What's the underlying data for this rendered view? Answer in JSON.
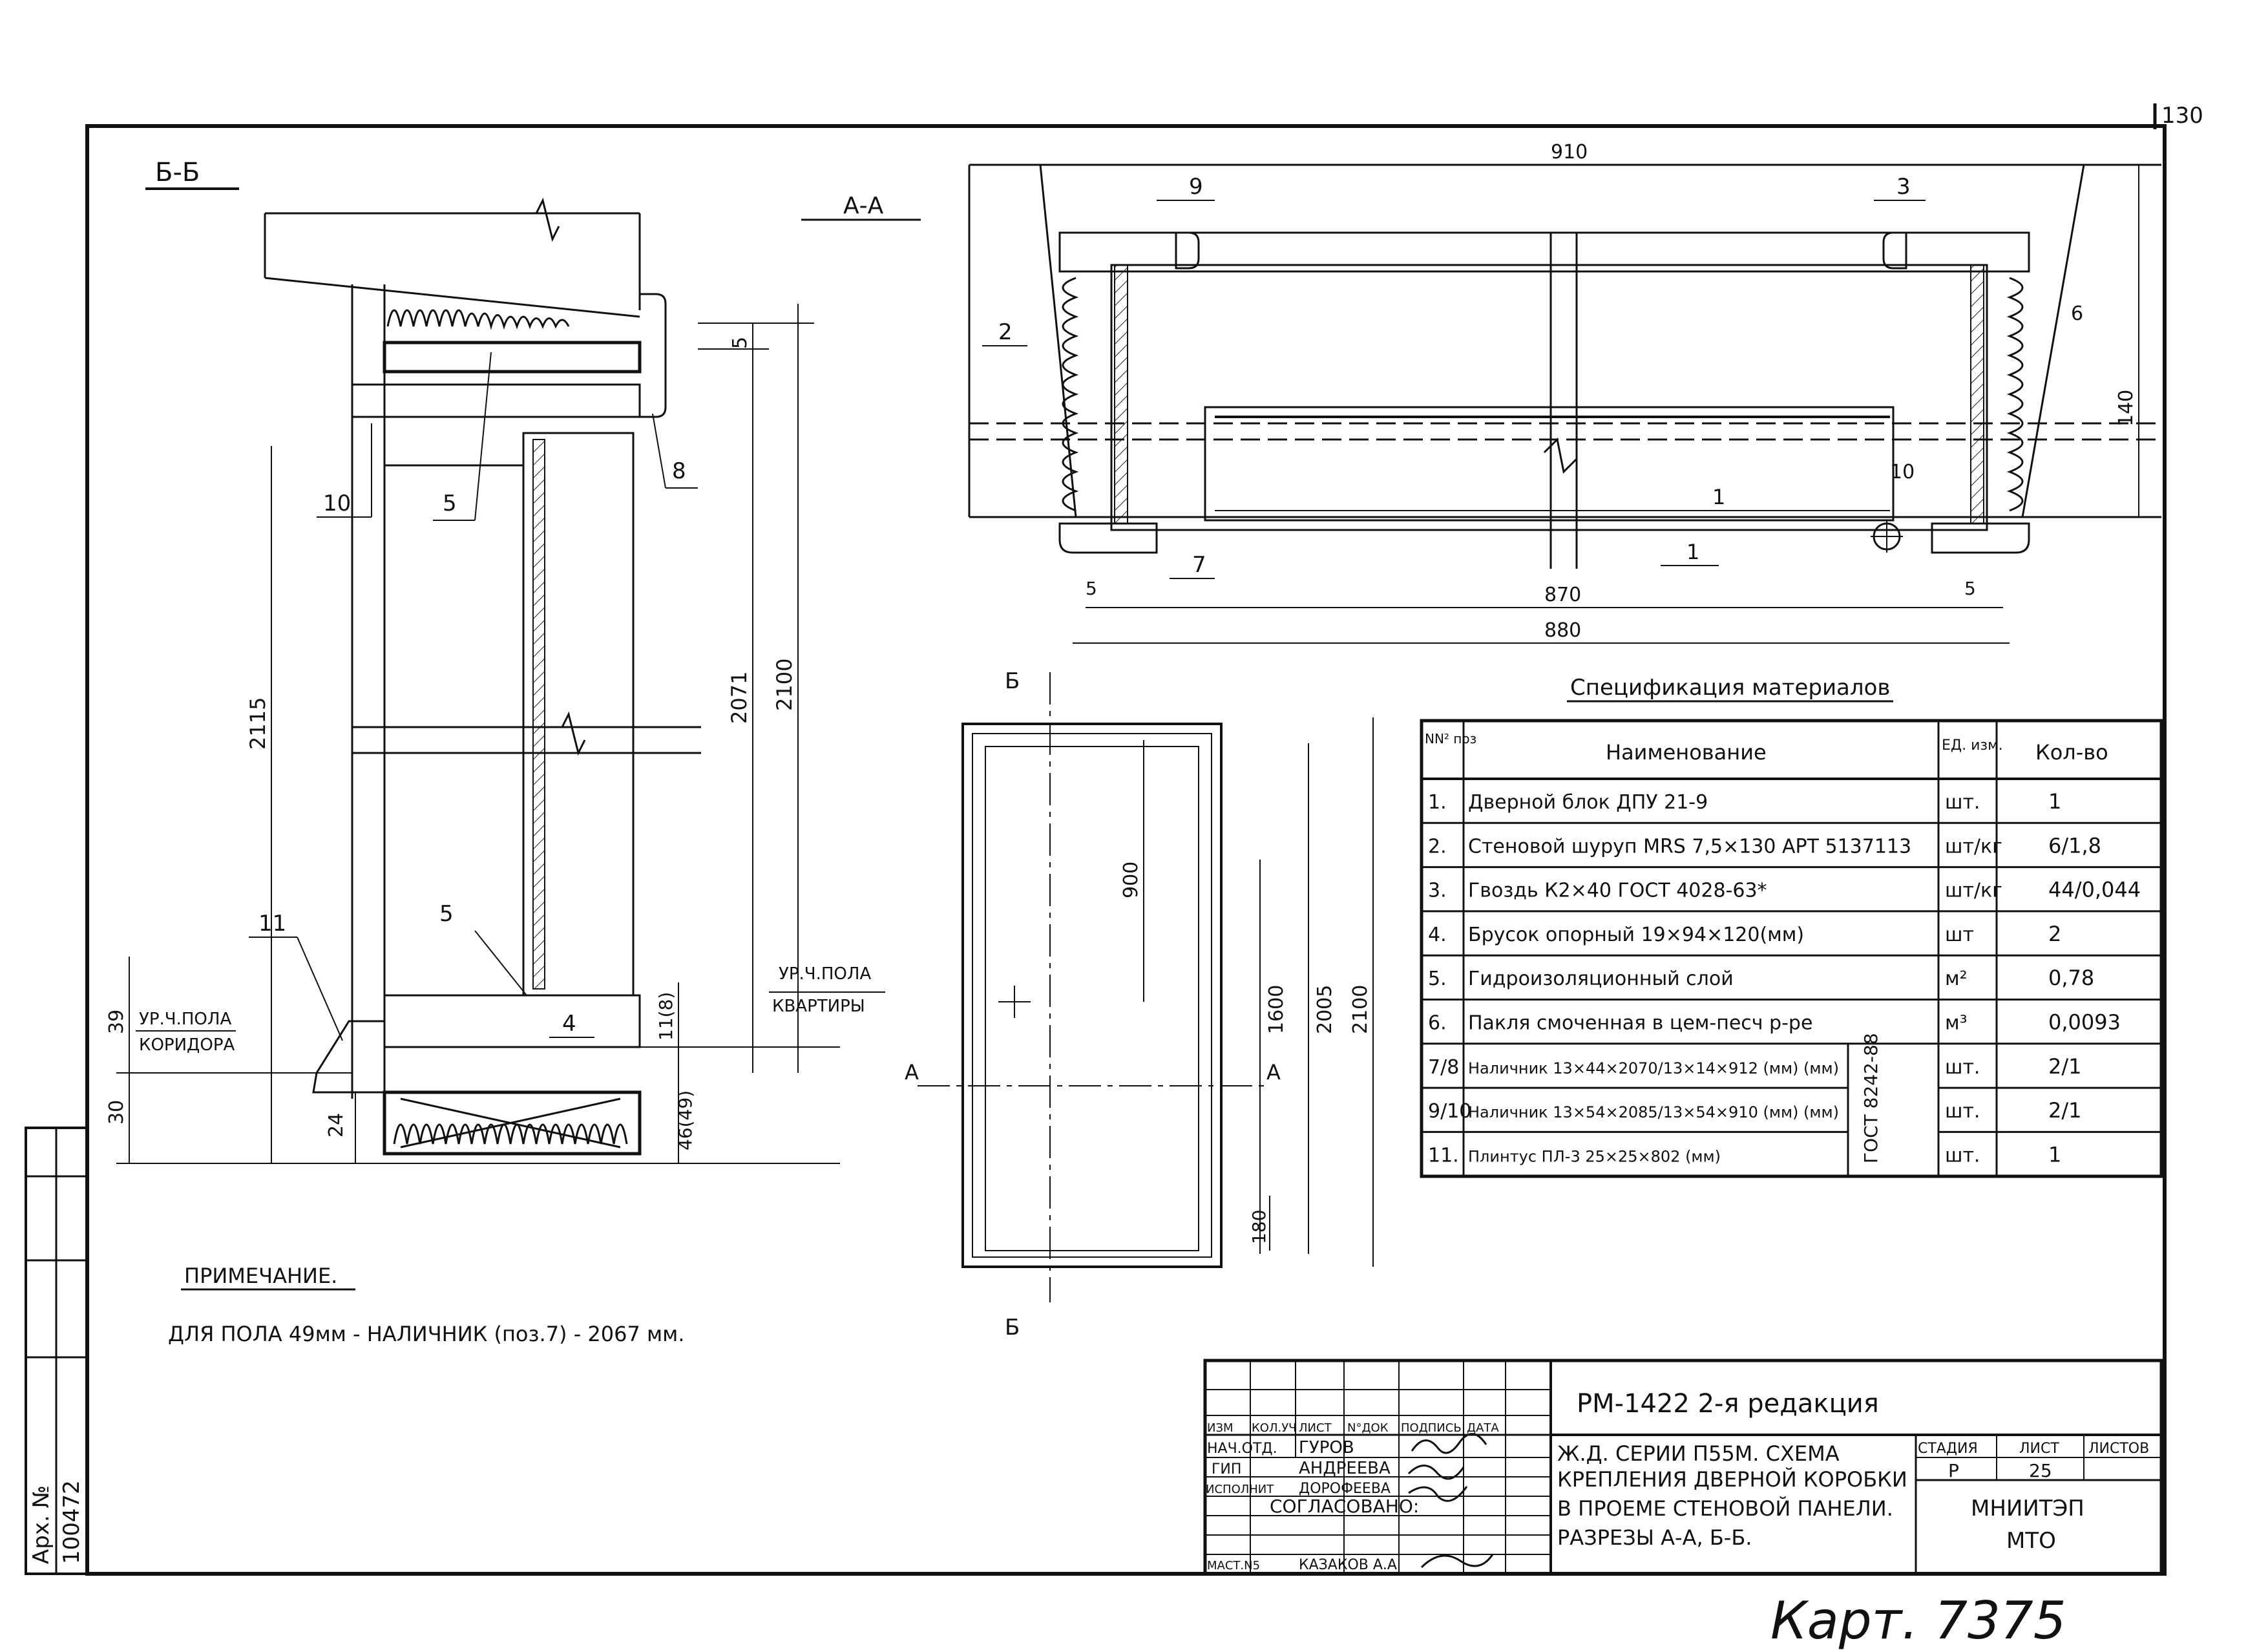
{
  "page_number": "130",
  "sections": {
    "bb_title": "Б-Б",
    "aa_title": "А-А",
    "elev_top_marker": "Б",
    "elev_bottom_marker": "Б",
    "elev_left_marker": "А",
    "elev_right_marker": "А"
  },
  "bb": {
    "dim_2115": "2115",
    "dim_2071": "2071",
    "dim_2100": "2100",
    "dim_5": "5",
    "dim_39": "39",
    "dim_30": "30",
    "dim_24": "24",
    "dim_11": "11(8)",
    "dim_46": "46(49)",
    "callout_10": "10",
    "callout_5a": "5",
    "callout_8": "8",
    "callout_11": "11",
    "callout_5b": "5",
    "callout_4": "4",
    "floor_corridor_1": "УР.Ч.ПОЛА",
    "floor_corridor_2": "КОРИДОРА",
    "floor_apt_1": "УР.Ч.ПОЛА",
    "floor_apt_2": "КВАРТИРЫ"
  },
  "aa": {
    "dim_910": "910",
    "dim_870": "870",
    "dim_880": "880",
    "dim_140": "140",
    "dim_5l": "5",
    "dim_5r": "5",
    "callout_9": "9",
    "callout_3": "3",
    "callout_2": "2",
    "callout_6": "6",
    "callout_10": "10",
    "callout_7": "7",
    "callout_1a": "1",
    "callout_1b": "1"
  },
  "elev": {
    "dim_900": "900",
    "dim_1600": "1600",
    "dim_2005": "2005",
    "dim_2100": "2100",
    "dim_180": "180"
  },
  "spec": {
    "title": "Спецификация материалов",
    "headers": {
      "pos": "NN² поз",
      "name": "Наименование",
      "unit": "ЕД. изм.",
      "qty": "Кол-во"
    },
    "rows": [
      {
        "pos": "1.",
        "name": "Дверной блок ДПУ 21-9",
        "unit": "шт.",
        "qty": "1"
      },
      {
        "pos": "2.",
        "name": "Стеновой шуруп MRS 7,5×130 АРТ 5137113",
        "unit": "шт/кг",
        "qty": "6/1,8"
      },
      {
        "pos": "3.",
        "name": "Гвоздь К2×40 ГОСТ 4028-63*",
        "unit": "шт/кг",
        "qty": "44/0,044"
      },
      {
        "pos": "4.",
        "name": "Брусок опорный 19×94×120(мм)",
        "unit": "шт",
        "qty": "2"
      },
      {
        "pos": "5.",
        "name": "Гидроизоляционный слой",
        "unit": "м²",
        "qty": "0,78"
      },
      {
        "pos": "6.",
        "name": "Пакля смоченная в цем-песч р-ре",
        "unit": "м³",
        "qty": "0,0093"
      },
      {
        "pos": "7/8",
        "name": "Наличник 13×44×2070/13×14×912 (мм) (мм)",
        "unit": "шт.",
        "qty": "2/1"
      },
      {
        "pos": "9/10",
        "name": "Наличник 13×54×2085/13×54×910 (мм) (мм)",
        "unit": "шт.",
        "qty": "2/1"
      },
      {
        "pos": "11.",
        "name": "Плинтус ПЛ-3 25×25×802 (мм)",
        "unit": "шт.",
        "qty": "1"
      }
    ],
    "gost": "ГОСТ 8242-88"
  },
  "note": {
    "title": "ПРИМЕЧАНИЕ.",
    "text": "ДЛЯ ПОЛА 49мм - НАЛИЧНИК (поз.7) - 2067 мм."
  },
  "title_block": {
    "code": "РМ-1422 2-я редакция",
    "desc_1": "Ж.Д. СЕРИИ П55М. СХЕМА",
    "desc_2": "КРЕПЛЕНИЯ ДВЕРНОЙ КОРОБКИ",
    "desc_3": "В ПРОЕМЕ СТЕНОВОЙ ПАНЕЛИ.",
    "desc_4": "РАЗРЕЗЫ А-А, Б-Б.",
    "col_izm": "ИЗМ",
    "col_koluch": "КОЛ.УЧ",
    "col_list": "ЛИСТ",
    "col_ndok": "N°ДОК",
    "col_podpis": "ПОДПИСЬ",
    "col_data": "ДАТА",
    "role_nach": "НАЧ.ОТД.",
    "name_nach": "ГУРОВ",
    "role_gip": "ГИП",
    "name_gip": "АНДРЕЕВА",
    "role_isp": "ИСПОЛНИТ",
    "name_isp": "ДОРОФЕЕВА",
    "soglas": "СОГЛАСОВАНО:",
    "role_mast": "МАСТ.N5",
    "name_mast": "КАЗАКОВ А.А",
    "stage_h": "СТАДИЯ",
    "list_h": "ЛИСТ",
    "listov_h": "ЛИСТОВ",
    "stage": "Р",
    "list": "25",
    "org_1": "МНИИТЭП",
    "org_2": "МТО"
  },
  "side_stamp": {
    "line_1": "Арх. №",
    "line_2": "100472"
  },
  "handwritten": "Карт. 7375"
}
